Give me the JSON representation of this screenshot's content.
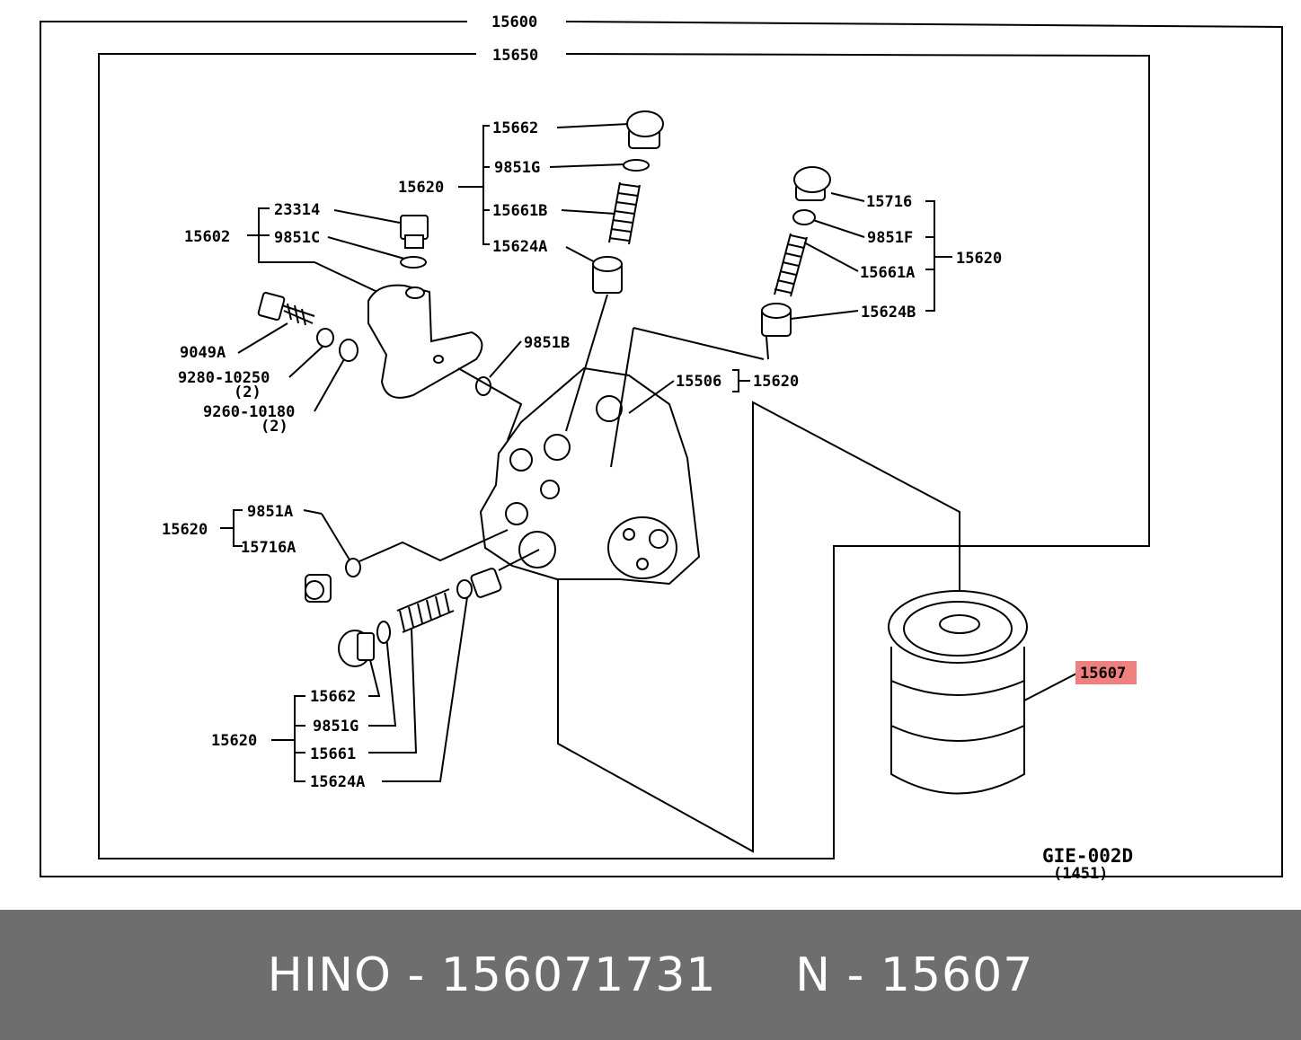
{
  "colors": {
    "highlight": "#f08080",
    "footer_bg": "#6e6e6e",
    "footer_text": "#ffffff",
    "line": "#000000"
  },
  "labels": {
    "outer_group": "15600",
    "inner_group": "15650",
    "top_plug": "15662",
    "top_oring": "9851G",
    "top_spring": "15661B",
    "top_valve": "15624A",
    "top_group": "15620",
    "left_bolt": "23314",
    "left_oring": "9851C",
    "left_housing": "15602",
    "bolt": "9049A",
    "washer1": "9280-10250",
    "washer1_qty": "(2)",
    "washer2": "9260-10180",
    "washer2_qty": "(2)",
    "gasket_oring": "9851B",
    "right_plug": "15716",
    "right_oring": "9851F",
    "right_spring": "15661A",
    "right_valve": "15624B",
    "right_group": "15620",
    "body": "15506",
    "body_group": "15620",
    "mid_oring": "9851A",
    "mid_plug": "15716A",
    "mid_group": "15620",
    "bot_plug": "15662",
    "bot_oring": "9851G",
    "bot_spring": "15661",
    "bot_valve": "15624A",
    "bot_group": "15620",
    "filter": "15607",
    "drawing_code": "GIE-002D",
    "drawing_sub": "(1451)"
  },
  "footer": {
    "text": "HINO - 156071731     N - 15607"
  }
}
